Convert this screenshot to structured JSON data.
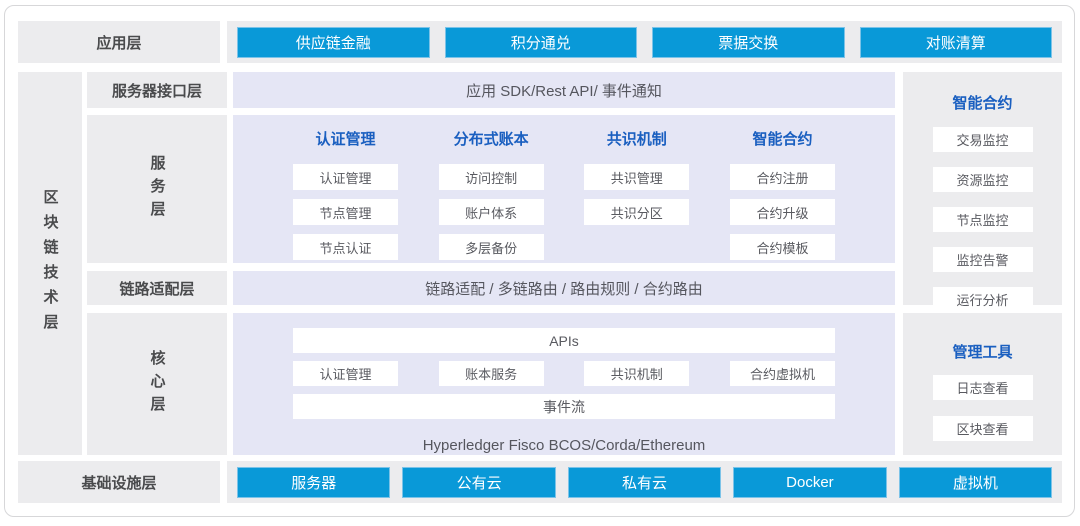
{
  "colors": {
    "accent_blue": "#0999d8",
    "header_blue": "#1a5fc0",
    "lavender_bg": "#e5e6f5",
    "gray_bg": "#ececee",
    "text_dark": "#4a4b4d"
  },
  "app_layer": {
    "label": "应用层",
    "buttons": [
      "供应链金融",
      "积分通兑",
      "票据交换",
      "对账清算"
    ]
  },
  "blockchain": {
    "label": "区块链技术层",
    "interface": {
      "label": "服务器接口层",
      "band": "应用 SDK/Rest API/ 事件通知"
    },
    "service": {
      "label": "服务层",
      "columns": [
        {
          "header": "认证管理",
          "items": [
            "认证管理",
            "节点管理",
            "节点认证"
          ]
        },
        {
          "header": "分布式账本",
          "items": [
            "访问控制",
            "账户体系",
            "多层备份"
          ]
        },
        {
          "header": "共识机制",
          "items": [
            "共识管理",
            "共识分区"
          ]
        },
        {
          "header": "智能合约",
          "items": [
            "合约注册",
            "合约升级",
            "合约模板"
          ]
        }
      ]
    },
    "link": {
      "label": "链路适配层",
      "band": "链路适配 / 多链路由 / 路由规则 / 合约路由"
    },
    "core": {
      "label": "核心层",
      "api_bar": "APIs",
      "modules": [
        "认证管理",
        "账本服务",
        "共识机制",
        "合约虚拟机"
      ],
      "event_bar": "事件流",
      "platforms": "Hyperledger Fisco BCOS/Corda/Ethereum"
    }
  },
  "panels": {
    "smart": {
      "header": "智能合约",
      "items": [
        "交易监控",
        "资源监控",
        "节点监控",
        "监控告警",
        "运行分析"
      ]
    },
    "tools": {
      "header": "管理工具",
      "items": [
        "日志查看",
        "区块查看"
      ]
    }
  },
  "infra_layer": {
    "label": "基础设施层",
    "buttons": [
      "服务器",
      "公有云",
      "私有云",
      "Docker",
      "虚拟机"
    ]
  }
}
